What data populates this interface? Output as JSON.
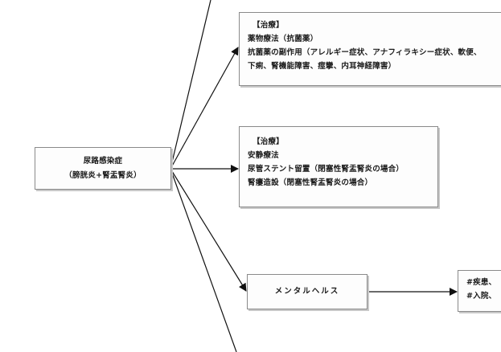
{
  "diagram": {
    "root": {
      "title": "尿路感染症",
      "subtitle": "（膀胱炎+腎盂腎炎）"
    },
    "branches": [
      {
        "id": "treatment-1",
        "lines": [
          "【治療】",
          "薬物療法（抗菌薬）",
          "抗菌薬の副作用（アレルギー症状、アナフィラキシー症状、軟便、",
          "下痢、腎機能障害、痙攣、内耳神経障害）"
        ]
      },
      {
        "id": "treatment-2",
        "lines": [
          "【治療】",
          "安静療法",
          "尿管ステント留置（閉塞性腎盂腎炎の場合）",
          "腎瘻造設（閉塞性腎盂腎炎の場合）"
        ]
      },
      {
        "id": "mental-health",
        "label": "メンタルヘルス",
        "child": {
          "lines": [
            "#疾患、",
            "#入院、"
          ]
        }
      }
    ],
    "colors": {
      "line": "#111111",
      "box_border": "#8a8a8a",
      "box_shadow": "#c8c8c8",
      "box_fill": "#fdfdfd"
    }
  }
}
